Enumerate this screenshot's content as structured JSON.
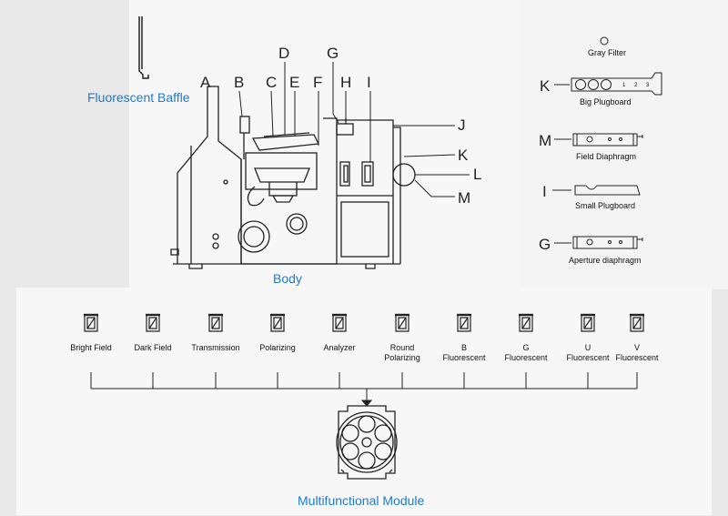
{
  "captions": {
    "fluorescent_baffle": "Fluorescent Baffle",
    "body": "Body",
    "multifunctional_module": "Multifunctional Module"
  },
  "part_letters": {
    "A": "A",
    "B": "B",
    "C": "C",
    "D": "D",
    "E": "E",
    "F": "F",
    "G": "G",
    "H": "H",
    "I": "I",
    "J": "J",
    "K": "K",
    "L": "L",
    "M": "M"
  },
  "accessories": {
    "gray_filter": "Gray Filter",
    "big_plugboard": "Big Plugboard",
    "big_plugboard_numbers": [
      "1",
      "2",
      "3"
    ],
    "field_diaphragm": "Field Diaphragm",
    "small_plugboard": "Small Plugboard",
    "aperture_diaphragm": "Aperture diaphragm",
    "letter_k": "K",
    "letter_m": "M",
    "letter_i": "I",
    "letter_g": "G"
  },
  "filters": [
    {
      "line1": "Bright Field",
      "line2": ""
    },
    {
      "line1": "Dark Field",
      "line2": ""
    },
    {
      "line1": "Transmission",
      "line2": ""
    },
    {
      "line1": "Polarizing",
      "line2": ""
    },
    {
      "line1": "Analyzer",
      "line2": ""
    },
    {
      "line1": "Round",
      "line2": "Polarizing"
    },
    {
      "line1": "B",
      "line2": "Fluorescent"
    },
    {
      "line1": "G",
      "line2": "Fluorescent"
    },
    {
      "line1": "U",
      "line2": "Fluorescent"
    },
    {
      "line1": "V",
      "line2": "Fluorescent"
    }
  ],
  "colors": {
    "background": "#e9e9e9",
    "panel": "#f7f7f7",
    "caption_blue": "#1f7ad0",
    "line": "#222222"
  }
}
